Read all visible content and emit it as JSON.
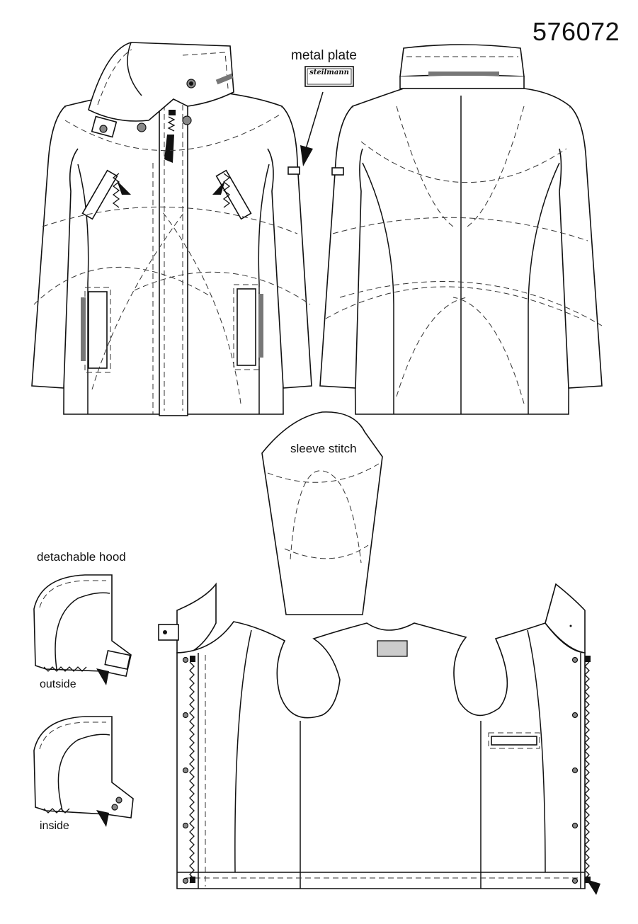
{
  "sheet": {
    "style_number": "576072",
    "labels": {
      "metal_plate": "metal plate",
      "plate_brand": "steilmann",
      "sleeve_stitch": "sleeve stitch",
      "detachable_hood": "detachable hood",
      "outside": "outside",
      "inside": "inside"
    },
    "colors": {
      "line": "#111111",
      "fill": "#ffffff",
      "accent_grey": "#777777"
    }
  }
}
